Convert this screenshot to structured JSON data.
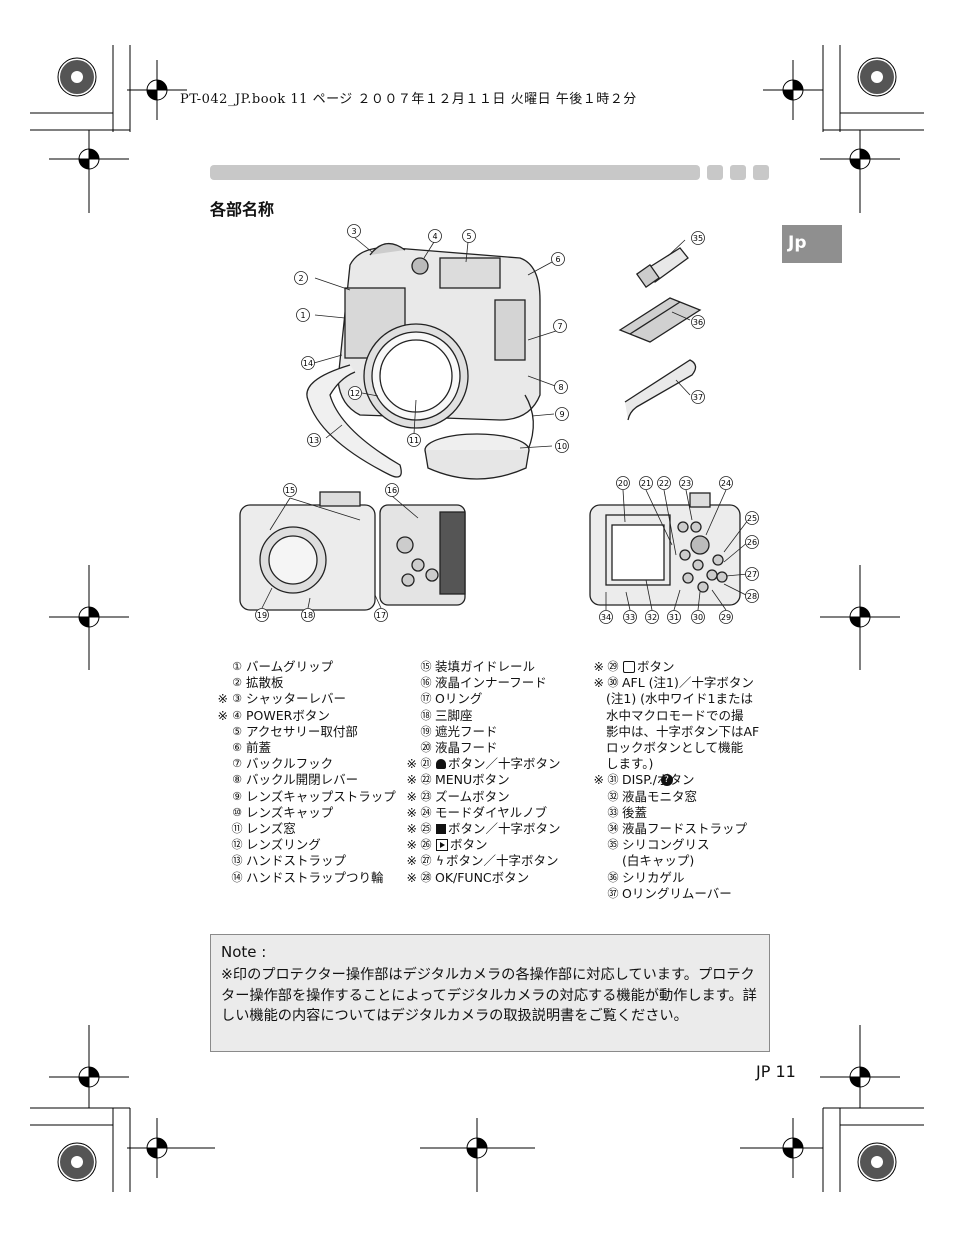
{
  "print_header": "PT-042_JP.book  11 ページ  ２００７年１２月１１日  火曜日  午後１時２分",
  "section_title": "各部名称",
  "language_tab": "Jp",
  "callouts": {
    "c1": "①",
    "c2": "②",
    "c3": "③",
    "c4": "④",
    "c5": "⑤",
    "c6": "⑥",
    "c7": "⑦",
    "c8": "⑧",
    "c9": "⑨",
    "c10": "⑩",
    "c11": "⑪",
    "c12": "⑫",
    "c13": "⑬",
    "c14": "⑭",
    "c15": "⑮",
    "c16": "⑯",
    "c17": "⑰",
    "c18": "⑱",
    "c19": "⑲",
    "c20": "⑳",
    "c21": "㉑",
    "c22": "㉒",
    "c23": "㉓",
    "c24": "㉔",
    "c25": "㉕",
    "c26": "㉖",
    "c27": "㉗",
    "c28": "㉘",
    "c29": "㉙",
    "c30": "㉚",
    "c31": "㉛",
    "c32": "㉜",
    "c33": "㉝",
    "c34": "㉞",
    "c35": "㉟",
    "c36": "㊱",
    "c37": "㊲"
  },
  "parts_col1": [
    {
      "mark": "",
      "num": "①",
      "label": "バームグリップ"
    },
    {
      "mark": "",
      "num": "②",
      "label": "拡散板"
    },
    {
      "mark": "※",
      "num": "③",
      "label": "シャッターレバー"
    },
    {
      "mark": "※",
      "num": "④",
      "label": "POWERボタン"
    },
    {
      "mark": "",
      "num": "⑤",
      "label": "アクセサリー取付部"
    },
    {
      "mark": "",
      "num": "⑥",
      "label": "前蓋"
    },
    {
      "mark": "",
      "num": "⑦",
      "label": "バックルフック"
    },
    {
      "mark": "",
      "num": "⑧",
      "label": "バックル開閉レバー"
    },
    {
      "mark": "",
      "num": "⑨",
      "label": "レンズキャップストラップ"
    },
    {
      "mark": "",
      "num": "⑩",
      "label": "レンズキャップ"
    },
    {
      "mark": "",
      "num": "⑪",
      "label": "レンズ窓"
    },
    {
      "mark": "",
      "num": "⑫",
      "label": "レンズリング"
    },
    {
      "mark": "",
      "num": "⑬",
      "label": "ハンドストラップ"
    },
    {
      "mark": "",
      "num": "⑭",
      "label": "ハンドストラップつり輪"
    }
  ],
  "parts_col2": [
    {
      "mark": "",
      "num": "⑮",
      "label": "装填ガイドレール"
    },
    {
      "mark": "",
      "num": "⑯",
      "label": "液晶インナーフード"
    },
    {
      "mark": "",
      "num": "⑰",
      "label": "Oリング"
    },
    {
      "mark": "",
      "num": "⑱",
      "label": "三脚座"
    },
    {
      "mark": "",
      "num": "⑲",
      "label": "遮光フード"
    },
    {
      "mark": "",
      "num": "⑳",
      "label": "液晶フード"
    },
    {
      "mark": "※",
      "num": "㉑",
      "label": "ボタン／十字ボタン"
    },
    {
      "mark": "※",
      "num": "㉒",
      "label": "MENUボタン"
    },
    {
      "mark": "※",
      "num": "㉓",
      "label": "ズームボタン"
    },
    {
      "mark": "※",
      "num": "㉔",
      "label": "モードダイヤルノブ"
    },
    {
      "mark": "※",
      "num": "㉕",
      "label": "ボタン／十字ボタン"
    },
    {
      "mark": "※",
      "num": "㉖",
      "label": "ボタン"
    },
    {
      "mark": "※",
      "num": "㉗",
      "label": "ボタン／十字ボタン"
    },
    {
      "mark": "※",
      "num": "㉘",
      "label": "OK/FUNCボタン"
    }
  ],
  "parts_col3": [
    {
      "mark": "※",
      "num": "㉙",
      "label": "ボタン"
    },
    {
      "mark": "※",
      "num": "㉚",
      "label": "AFL (注1)／十字ボタン"
    },
    {
      "mark": "",
      "num": "",
      "label": "(注1) (水中ワイド1または"
    },
    {
      "mark": "",
      "num": "",
      "label": "水中マクロモードでの撮"
    },
    {
      "mark": "",
      "num": "",
      "label": "影中は、十字ボタン下はAF"
    },
    {
      "mark": "",
      "num": "",
      "label": "ロックボタンとして機能"
    },
    {
      "mark": "",
      "num": "",
      "label": "します。)"
    },
    {
      "mark": "※",
      "num": "㉛",
      "label": "DISP./ボタン"
    },
    {
      "mark": "",
      "num": "㉜",
      "label": "液晶モニタ窓"
    },
    {
      "mark": "",
      "num": "㉝",
      "label": "後蓋"
    },
    {
      "mark": "",
      "num": "㉞",
      "label": "液晶フードストラップ"
    },
    {
      "mark": "",
      "num": "㉟",
      "label": "シリコングリス"
    },
    {
      "mark": "",
      "num": "",
      "label": "(白キャップ)"
    },
    {
      "mark": "",
      "num": "㊱",
      "label": "シリカゲル"
    },
    {
      "mark": "",
      "num": "㊲",
      "label": "Oリングリムーバー"
    }
  ],
  "note": {
    "title": "Note :",
    "body": "※印のプロテクター操作部はデジタルカメラの各操作部に対応しています。プロテクター操作部を操作することによってデジタルカメラの対応する機能が動作します。詳しい機能の内容についてはデジタルカメラの取扱説明書をご覧ください。"
  },
  "page_number": "JP 11"
}
